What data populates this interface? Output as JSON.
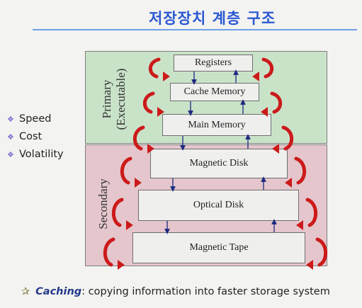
{
  "title": "저장장치 계층 구조",
  "bullets": [
    "Speed",
    "Cost",
    "Volatility"
  ],
  "primary_label": "Primary",
  "primary_sublabel": "(Executable)",
  "secondary_label": "Secondary",
  "levels": [
    "Registers",
    "Cache Memory",
    "Main Memory",
    "Magnetic Disk",
    "Optical Disk",
    "Magnetic Tape"
  ],
  "footer": {
    "star": "✰",
    "keyword": "Caching",
    "text": ": copying information into faster storage system"
  },
  "colors": {
    "title": "#2a57d2",
    "primary_region": "#c9e3c9",
    "secondary_region": "#e4c6cc",
    "curved_arrows": "#cc1a1a",
    "connector_arrows": "#1d2a80"
  }
}
